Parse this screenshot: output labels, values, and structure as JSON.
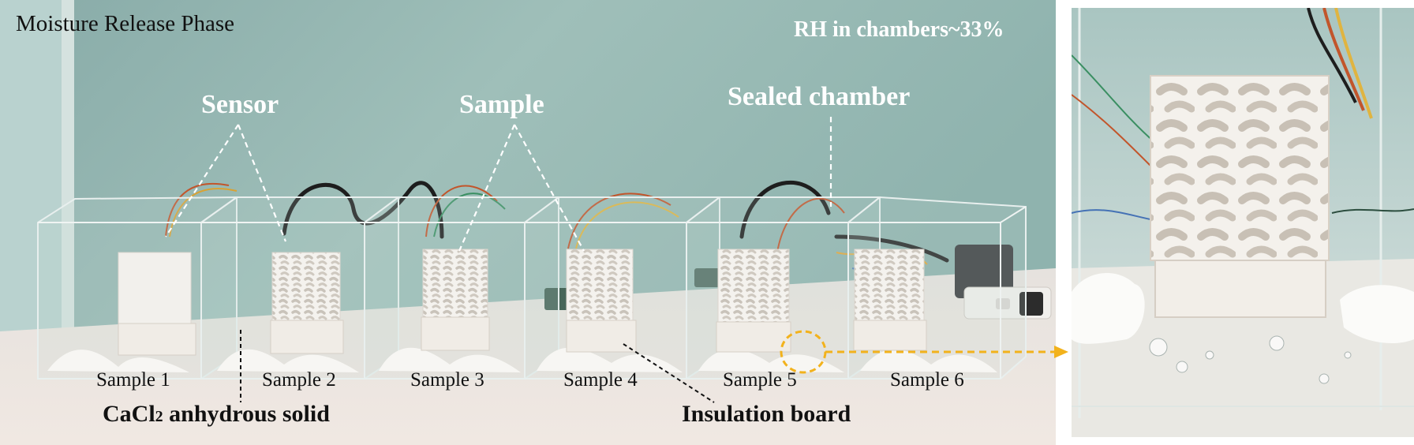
{
  "title": "Moisture Release Phase",
  "rh": "RH in chambers~33%",
  "callouts": {
    "sensor": "Sensor",
    "sample": "Sample",
    "chamber": "Sealed chamber"
  },
  "samples": [
    "Sample 1",
    "Sample 2",
    "Sample 3",
    "Sample 4",
    "Sample 5",
    "Sample 6"
  ],
  "bottom": {
    "cacl_prefix": "CaCl",
    "cacl_sub": "2",
    "cacl_suffix": " anhydrous solid",
    "board": "Insulation board"
  },
  "colors": {
    "wall": "#9fbfb9",
    "table": "#ece6e0",
    "leader": "#ffffff",
    "arrow": "#f2b21c"
  }
}
